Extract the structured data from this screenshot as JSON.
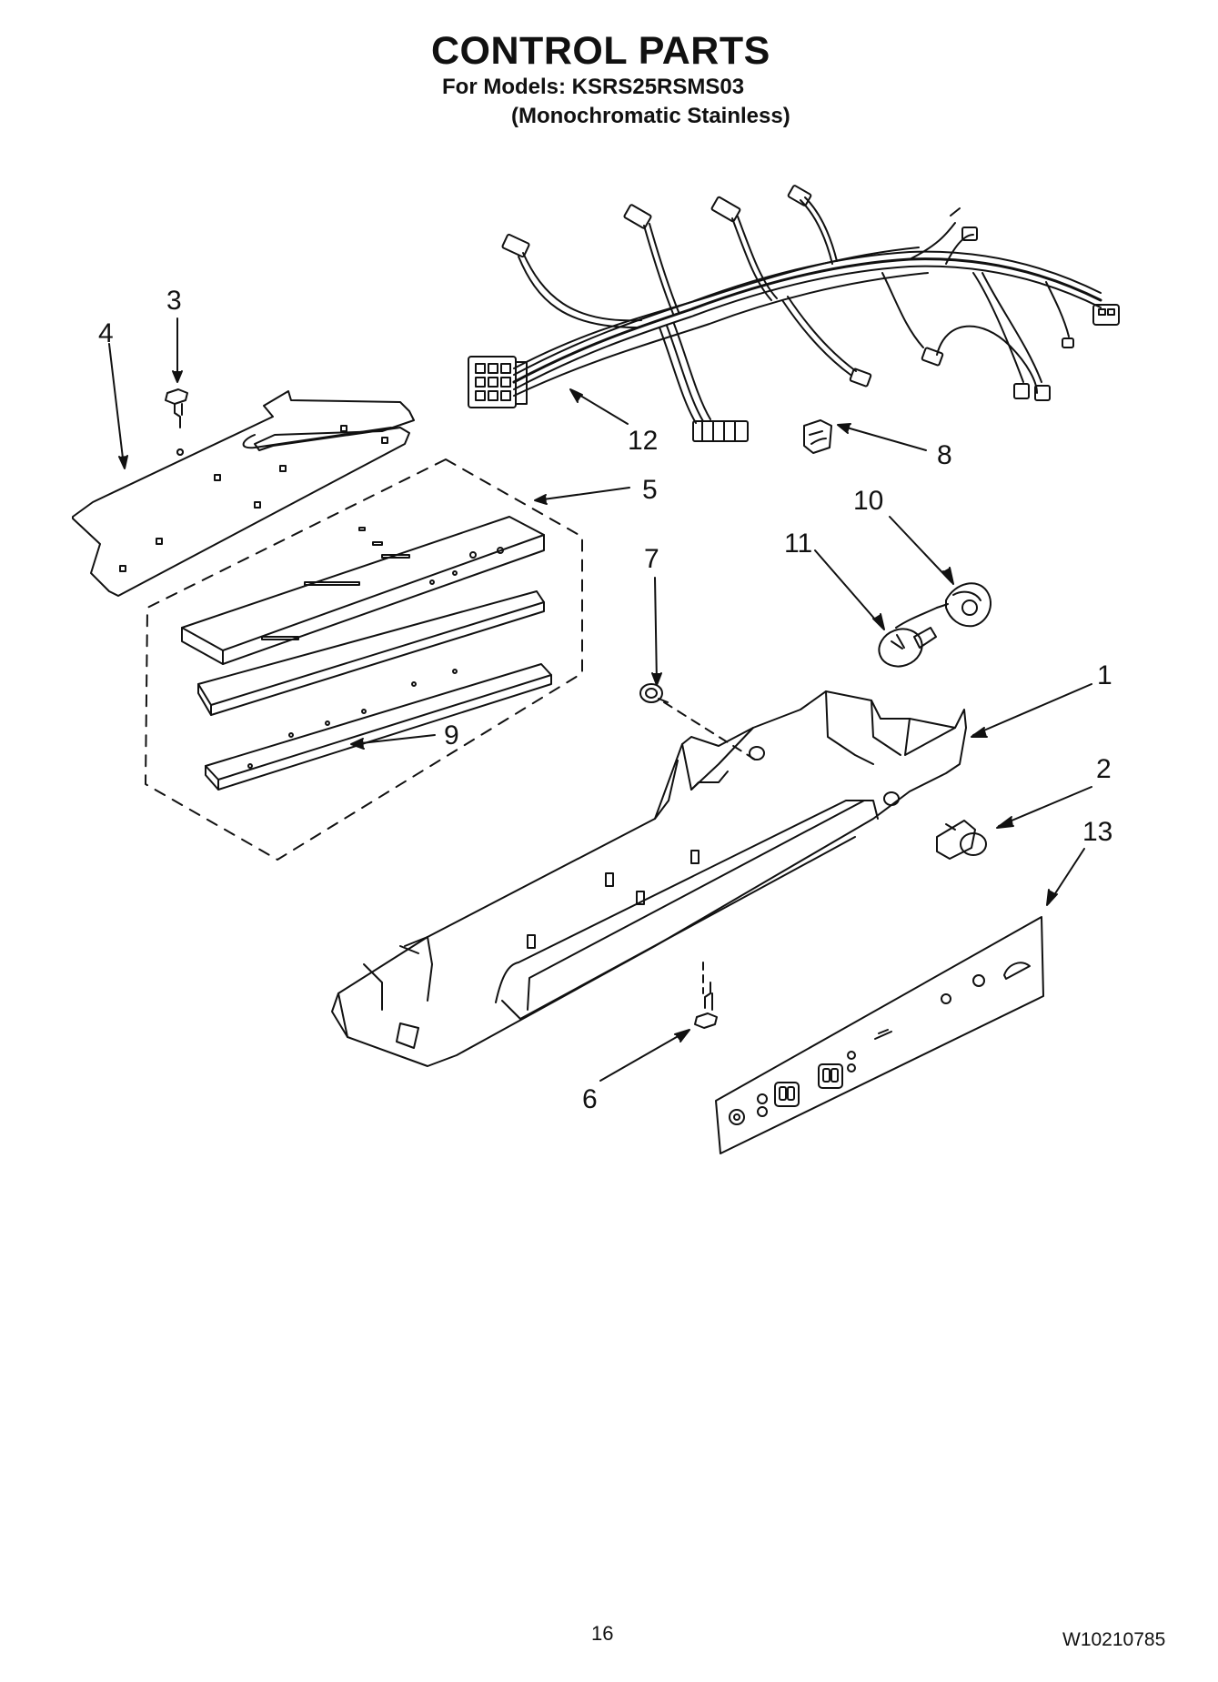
{
  "header": {
    "title": "CONTROL PARTS",
    "models_line": "For Models: KSRS25RSMS03",
    "finish_line": "(Monochromatic Stainless)"
  },
  "footer": {
    "page_number": "16",
    "document_number": "W10210785"
  },
  "callouts": [
    "1",
    "2",
    "3",
    "4",
    "5",
    "6",
    "7",
    "8",
    "9",
    "10",
    "11",
    "12",
    "13"
  ]
}
